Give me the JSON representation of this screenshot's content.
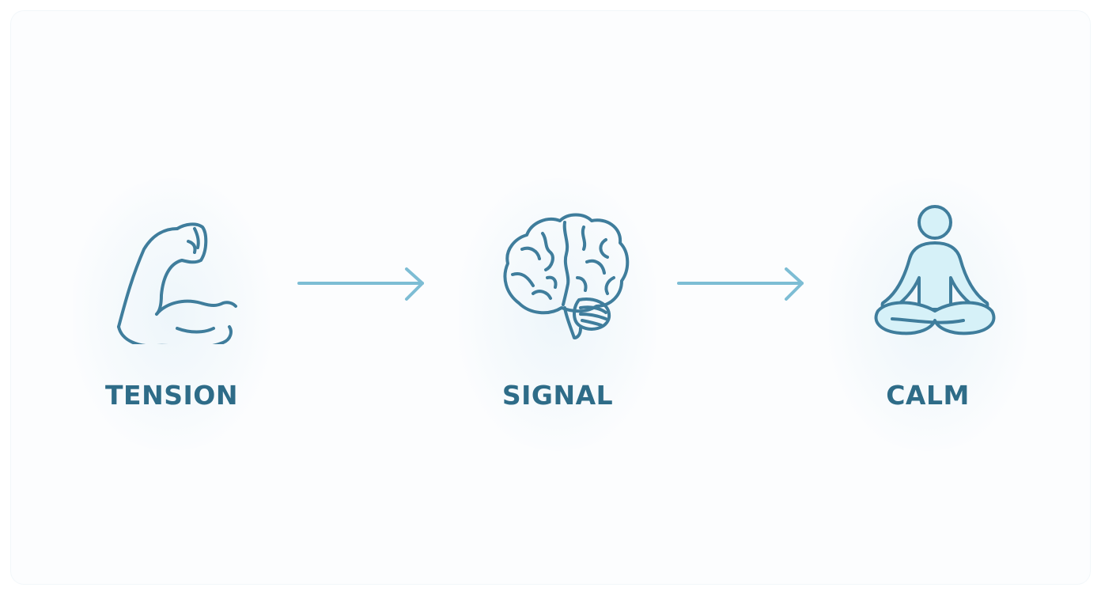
{
  "colors": {
    "stroke": "#3f7d9c",
    "label": "#2e6c88",
    "arrow": "#7dbdd4",
    "figure_fill": "#d6f1f8"
  },
  "steps": [
    {
      "label": "TENSION",
      "icon": "flexed-arm-icon"
    },
    {
      "label": "SIGNAL",
      "icon": "brain-icon"
    },
    {
      "label": "CALM",
      "icon": "meditating-person-icon"
    }
  ],
  "arrows": [
    {
      "icon": "arrow-right-icon"
    },
    {
      "icon": "arrow-right-icon"
    }
  ]
}
